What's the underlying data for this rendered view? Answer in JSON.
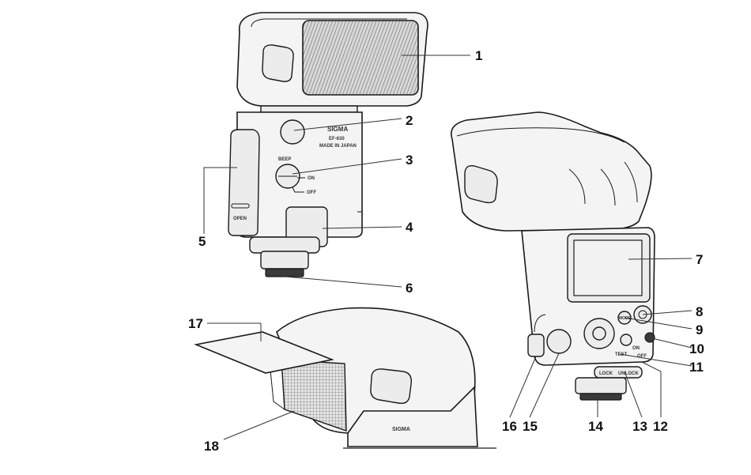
{
  "figure": {
    "callouts": [
      {
        "id": "callout-1",
        "label": "1"
      },
      {
        "id": "callout-2",
        "label": "2"
      },
      {
        "id": "callout-3",
        "label": "3"
      },
      {
        "id": "callout-4",
        "label": "4"
      },
      {
        "id": "callout-5",
        "label": "5"
      },
      {
        "id": "callout-6",
        "label": "6"
      },
      {
        "id": "callout-7",
        "label": "7"
      },
      {
        "id": "callout-8",
        "label": "8"
      },
      {
        "id": "callout-9",
        "label": "9"
      },
      {
        "id": "callout-10",
        "label": "10"
      },
      {
        "id": "callout-11",
        "label": "11"
      },
      {
        "id": "callout-12",
        "label": "12"
      },
      {
        "id": "callout-13",
        "label": "13"
      },
      {
        "id": "callout-14",
        "label": "14"
      },
      {
        "id": "callout-15",
        "label": "15"
      },
      {
        "id": "callout-16",
        "label": "16"
      },
      {
        "id": "callout-17",
        "label": "17"
      },
      {
        "id": "callout-18",
        "label": "18"
      }
    ],
    "device_markings": {
      "brand": "SIGMA",
      "model": "EF-630",
      "made_in": "MADE IN JAPAN",
      "beep": "BEEP",
      "on": "ON",
      "off": "OFF",
      "open": "OPEN",
      "mode": "MODE",
      "test": "TEST",
      "lock": "LOCK",
      "unlock": "UNLOCK"
    },
    "colors": {
      "line": "#1a1a1a",
      "body": "#f4f4f4",
      "panel": "#ececec"
    }
  }
}
